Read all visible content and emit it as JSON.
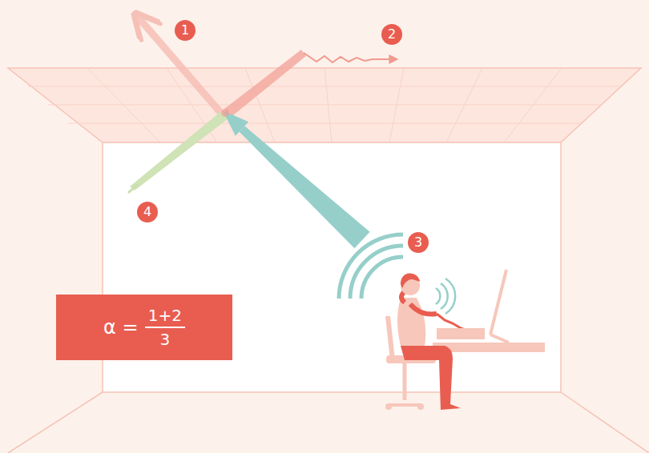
{
  "diagram": {
    "nodes": [
      {
        "text": [
          "α =",
          "1+2",
          "3"
        ]
      }
    ],
    "labels": [
      "1",
      "2",
      "3",
      "4"
    ]
  }
}
